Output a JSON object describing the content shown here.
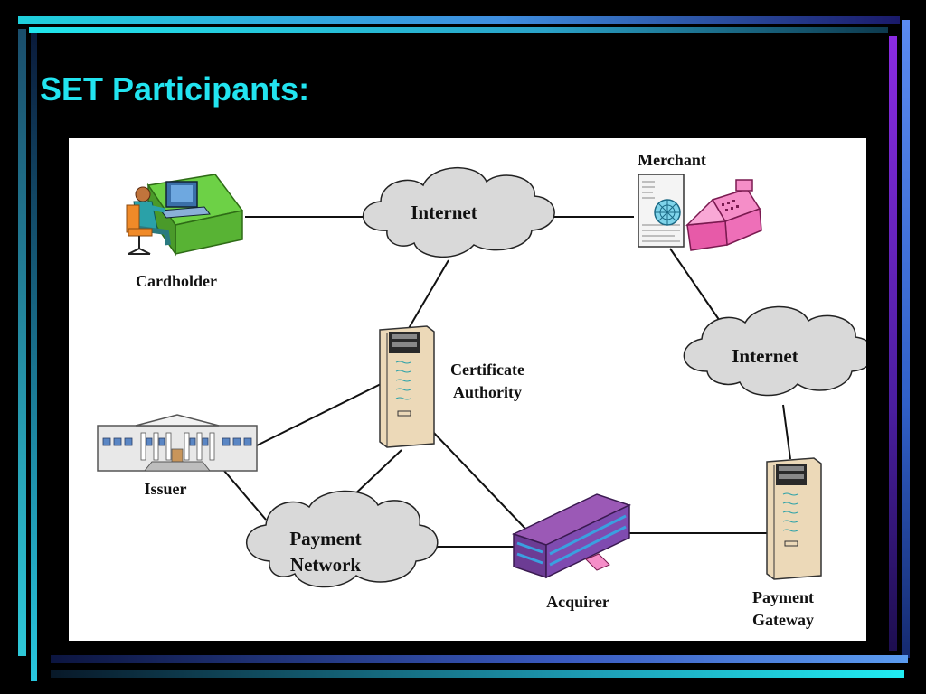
{
  "slide": {
    "title": "SET Participants:"
  },
  "diagram": {
    "nodes": {
      "cardholder": {
        "label": "Cardholder"
      },
      "merchant": {
        "label": "Merchant"
      },
      "certificate_authority": {
        "label_line1": "Certificate",
        "label_line2": "Authority"
      },
      "issuer": {
        "label": "Issuer"
      },
      "acquirer": {
        "label": "Acquirer"
      },
      "payment_gateway": {
        "label_line1": "Payment",
        "label_line2": "Gateway"
      }
    },
    "clouds": {
      "internet_top": {
        "label": "Internet"
      },
      "internet_right": {
        "label": "Internet"
      },
      "payment_network": {
        "label_line1": "Payment",
        "label_line2": "Network"
      }
    },
    "colors": {
      "title": "#22e4f0",
      "cloud_fill": "#d9d9d9",
      "server_fill": "#ecd9b8",
      "acquirer_roof": "#9b59b6",
      "cash_register": "#ee6fb8"
    }
  }
}
